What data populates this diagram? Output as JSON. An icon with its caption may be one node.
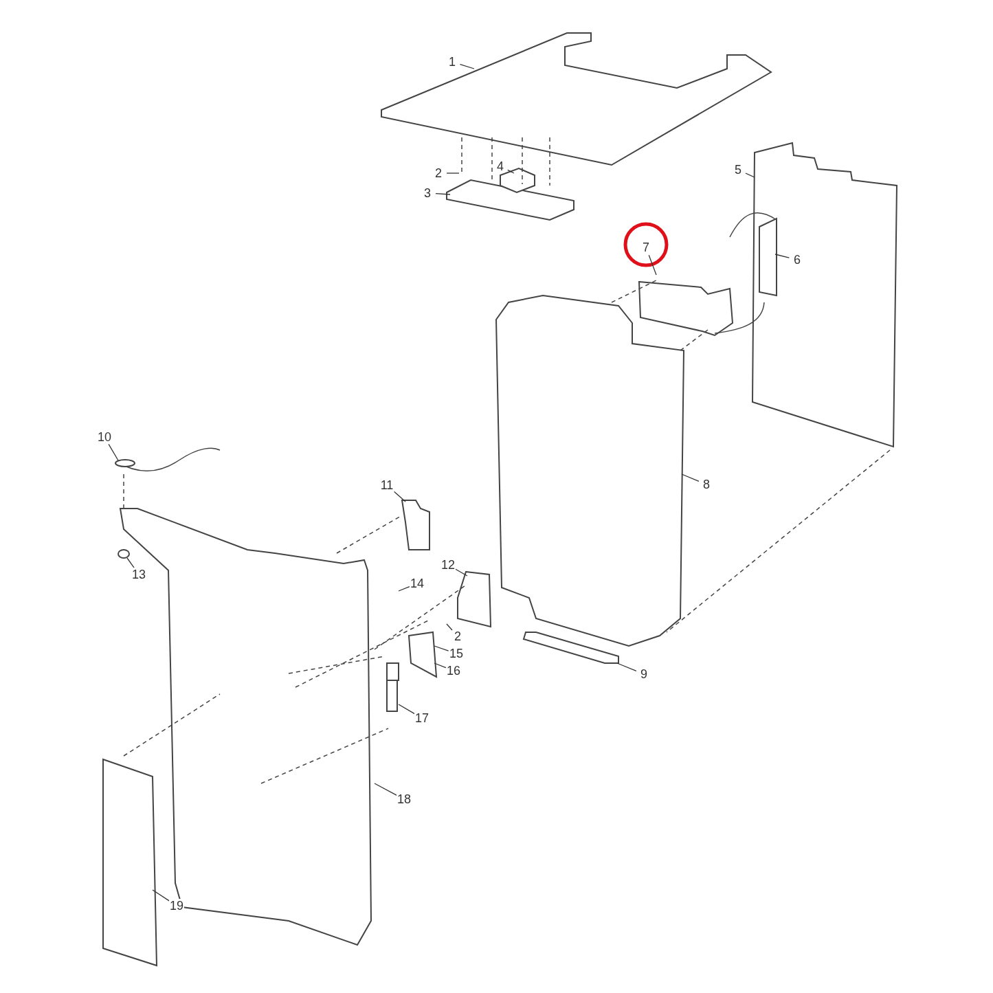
{
  "diagram": {
    "nodes": [
      {
        "text": [
          "1"
        ]
      },
      {
        "text": [
          "2"
        ]
      },
      {
        "text": [
          "4"
        ]
      },
      {
        "text": [
          "3"
        ]
      },
      {
        "text": [
          "5"
        ]
      },
      {
        "text": [
          "7"
        ]
      },
      {
        "text": [
          "6"
        ]
      },
      {
        "text": [
          "10"
        ]
      },
      {
        "text": [
          "8"
        ]
      },
      {
        "text": [
          "11"
        ]
      },
      {
        "text": [
          "13"
        ]
      },
      {
        "text": [
          "12"
        ]
      },
      {
        "text": [
          "14"
        ]
      },
      {
        "text": [
          "2"
        ]
      },
      {
        "text": [
          "15"
        ]
      },
      {
        "text": [
          "16"
        ]
      },
      {
        "text": [
          "9"
        ]
      },
      {
        "text": [
          "17"
        ]
      },
      {
        "text": [
          "18"
        ]
      },
      {
        "text": [
          "19"
        ]
      }
    ],
    "edges": [
      {
        "from": 0,
        "to": null,
        "arrow": "none"
      },
      {
        "from": 1,
        "to": null,
        "arrow": "none"
      },
      {
        "from": 2,
        "to": null,
        "arrow": "none"
      },
      {
        "from": 3,
        "to": null,
        "arrow": "none"
      },
      {
        "from": 4,
        "to": null,
        "arrow": "none"
      },
      {
        "from": 5,
        "to": null,
        "arrow": "none"
      },
      {
        "from": 6,
        "to": null,
        "arrow": "none"
      },
      {
        "from": 7,
        "to": null,
        "arrow": "none"
      },
      {
        "from": 8,
        "to": null,
        "arrow": "none"
      },
      {
        "from": 9,
        "to": null,
        "arrow": "none"
      },
      {
        "from": 10,
        "to": null,
        "arrow": "none"
      },
      {
        "from": 11,
        "to": null,
        "arrow": "none"
      },
      {
        "from": 12,
        "to": null,
        "arrow": "none"
      },
      {
        "from": 13,
        "to": null,
        "arrow": "none"
      },
      {
        "from": 14,
        "to": null,
        "arrow": "none"
      },
      {
        "from": 15,
        "to": null,
        "arrow": "none"
      },
      {
        "from": 16,
        "to": null,
        "arrow": "none"
      },
      {
        "from": 17,
        "to": null,
        "arrow": "none"
      },
      {
        "from": 18,
        "to": null,
        "arrow": "none"
      },
      {
        "from": 19,
        "to": null,
        "arrow": "none"
      }
    ]
  }
}
